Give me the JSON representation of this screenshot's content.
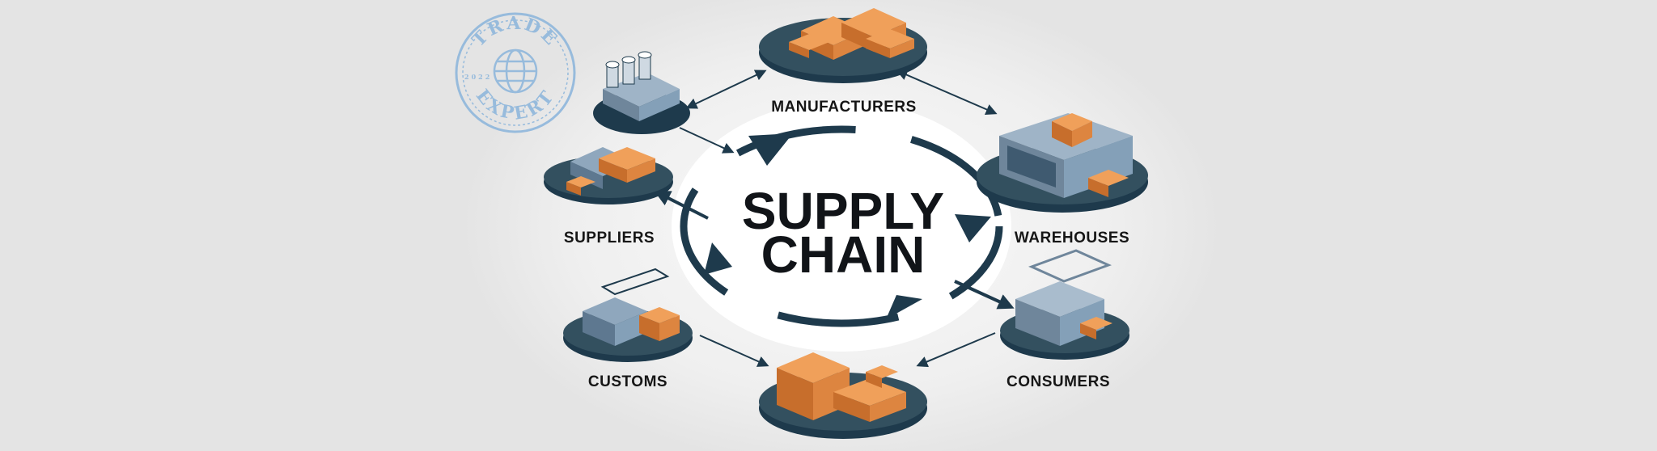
{
  "title": {
    "line1": "SUPPLY",
    "line2": "CHAIN"
  },
  "nodes": {
    "manufacturers": "MANUFACTURERS",
    "warehouses": "WAREHOUSES",
    "consumers": "CONSUMERS",
    "customs": "CUSTOMS",
    "suppliers": "SUPPLIERS"
  },
  "stamp": {
    "top": "TRADE",
    "bottom": "EXPERT",
    "small": "2022"
  },
  "colors": {
    "background": "#e4e4e4",
    "halo": "#ececec",
    "navy": "#1e3a4c",
    "platform": "#2f4a5c",
    "orange": "#e0873f",
    "steel": "#8fa7bd",
    "stamp": "#8fb7dc"
  }
}
